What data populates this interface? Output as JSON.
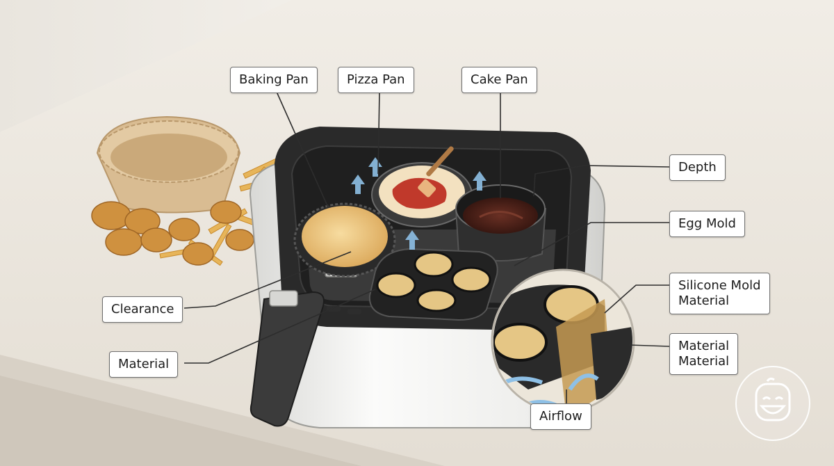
{
  "labels": {
    "baking_pan": "Baking Pan",
    "pizza_pan": "Pizza Pan",
    "cake_pan": "Cake Pan",
    "depth": "Depth",
    "egg_mold": "Egg Mold",
    "silicone_mold_material": "Silicone Mold\nMaterial",
    "material_material": "Material\nMaterial",
    "clearance": "Clearance",
    "material": "Material",
    "airflow": "Airflow"
  },
  "colors": {
    "counter": "#ece7de",
    "wall": "#f4f1ec",
    "basket": "#2b2b2b",
    "fryer_body": "#f2f2f0",
    "airflow_arrow": "#7fb3dc",
    "cheese": "#e9c27a",
    "sauce": "#c0392b",
    "chocolate": "#4b2018",
    "liner": "#d6b98f",
    "nugget": "#c98a3e"
  },
  "icons": {
    "logo": "smiling-face-logo-icon"
  }
}
